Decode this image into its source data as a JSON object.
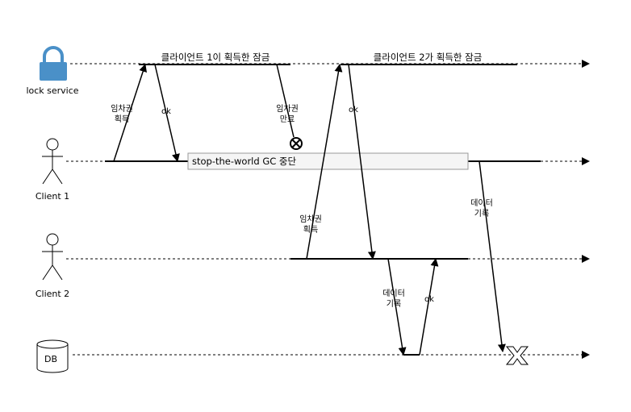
{
  "actors": {
    "lock_service": {
      "label": "lock service",
      "icon": "lock-icon",
      "color": "#4a90c8"
    },
    "client1": {
      "label": "Client 1",
      "icon": "person-icon"
    },
    "client2": {
      "label": "Client 2",
      "icon": "person-icon"
    },
    "db": {
      "label": "DB",
      "icon": "database-icon"
    }
  },
  "lock_periods": {
    "client1": "클라이언트 1이 획득한 잠금",
    "client2": "클라이언트 2가 획득한 잠금"
  },
  "messages": {
    "c1_acquire": [
      "임차권",
      "획득"
    ],
    "c1_ok": "ok",
    "lease_expired": [
      "임차권",
      "만료"
    ],
    "c2_acquire": [
      "임차권",
      "획득"
    ],
    "c2_ok": "ok",
    "c2_write": [
      "데이터",
      "기록"
    ],
    "db_ok": "ok",
    "c1_write": [
      "데이터",
      "기록"
    ]
  },
  "gc_pause": "stop-the-world GC 중단",
  "colors": {
    "lock": "#4a90c8",
    "gc_fill": "#f5f5f5",
    "gc_stroke": "#999999"
  }
}
